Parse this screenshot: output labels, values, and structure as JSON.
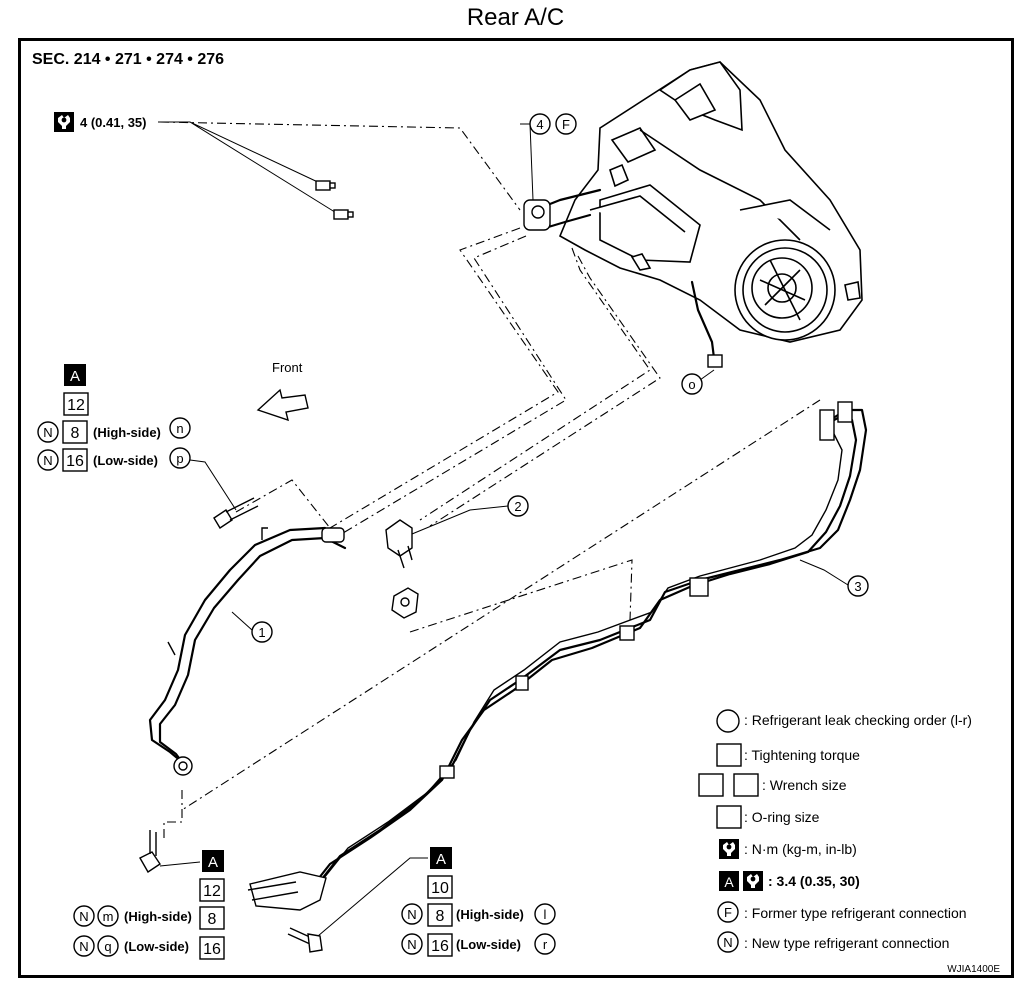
{
  "title": "Rear A/C",
  "section": "SEC. 214 • 271 • 274 • 276",
  "front_label": "Front",
  "torque_top": "4 (0.41, 35)",
  "callouts": {
    "c1": "1",
    "c2": "2",
    "c3": "3",
    "c4": "4",
    "cF": "F",
    "co": "o"
  },
  "group_left": {
    "badge": "A",
    "wrench": "12",
    "n1_size": "8",
    "n1_label": "(High-side)",
    "n1_order": "n",
    "n2_size": "16",
    "n2_label": "(Low-side)",
    "n2_order": "p",
    "n_mark": "N"
  },
  "group_bottom_left": {
    "badge": "A",
    "wrench": "12",
    "r1_order": "m",
    "r1_label": "(High-side)",
    "r1_size": "8",
    "r2_order": "q",
    "r2_label": "(Low-side)",
    "r2_size": "16",
    "n_mark": "N"
  },
  "group_bottom_mid": {
    "badge": "A",
    "wrench": "10",
    "r1_size": "8",
    "r1_label": "(High-side)",
    "r1_order": "l",
    "r2_size": "16",
    "r2_label": "(Low-side)",
    "r2_order": "r",
    "n_mark": "N"
  },
  "legend": {
    "leak": ": Refrigerant leak checking order (l-r)",
    "torque": ": Tightening torque",
    "wrench": ": Wrench size",
    "oring": ": O-ring size",
    "units": ": N·m (kg-m, in-lb)",
    "a_badge": "A",
    "a_value": ": 3.4 (0.35, 30)",
    "f_mark": "F",
    "former": ": Former type refrigerant connection",
    "n_mark": "N",
    "new": ": New type refrigerant connection"
  },
  "figure_id": "WJIA1400E"
}
